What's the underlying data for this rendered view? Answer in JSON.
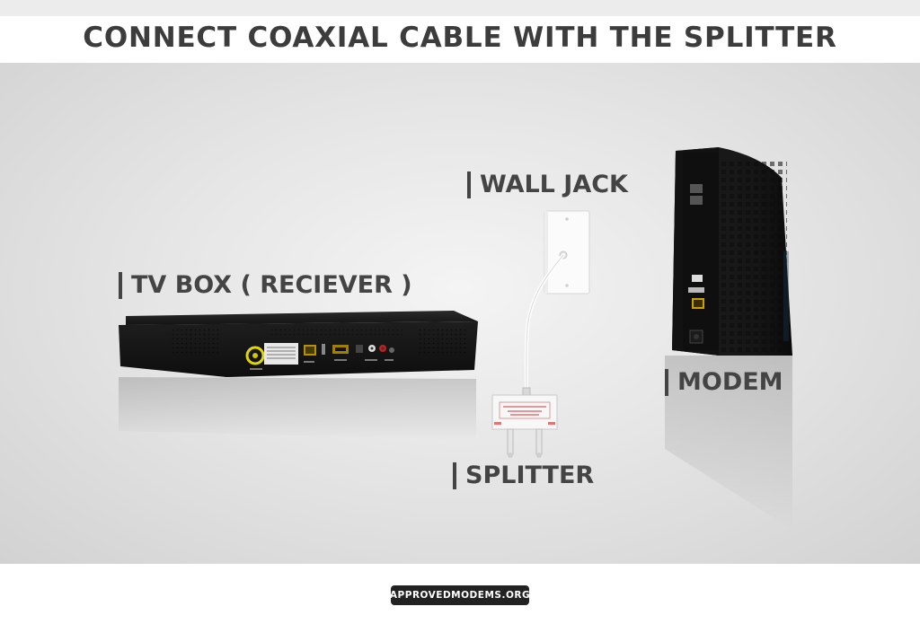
{
  "title": "CONNECT COAXIAL CABLE WITH THE SPLITTER",
  "labels": {
    "wall_jack": "WALL JACK",
    "tv_box": "TV BOX ( RECIEVER )",
    "modem": "MODEM",
    "splitter": "SPLITTER"
  },
  "footer": {
    "brand": "APPROVEDMODEMS.ORG"
  },
  "colors": {
    "title_text": "#3c3c3c",
    "label_text": "#444444",
    "device_body": "#1b1b1b",
    "background": "#e6e6e6",
    "badge": "#222222",
    "coax_port_ring": "#e0d800",
    "ethernet_port": "#e0b400"
  }
}
